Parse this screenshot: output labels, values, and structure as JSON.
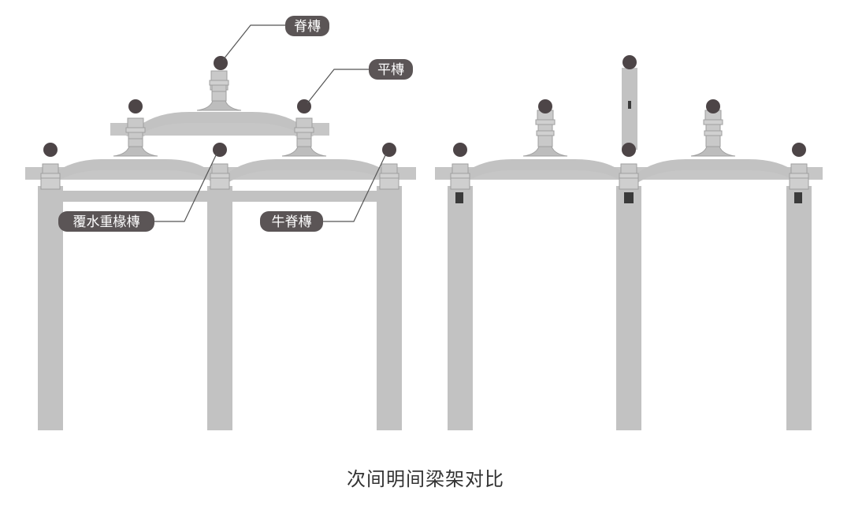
{
  "labels": {
    "ridge_purlin": "脊槫",
    "flat_purlin": "平槫",
    "covering_rafter_purlin": "覆水重椽槫",
    "ox_ridge_purlin": "牛脊槫"
  },
  "caption": "次间明间梁架对比",
  "colors": {
    "timber": "#c2c2c2",
    "timber_edge": "#a9a9a9",
    "purlin_end": "#4d4547",
    "pill": "#5b5556",
    "leader": "#555555",
    "mortise": "#3a3a3a"
  }
}
